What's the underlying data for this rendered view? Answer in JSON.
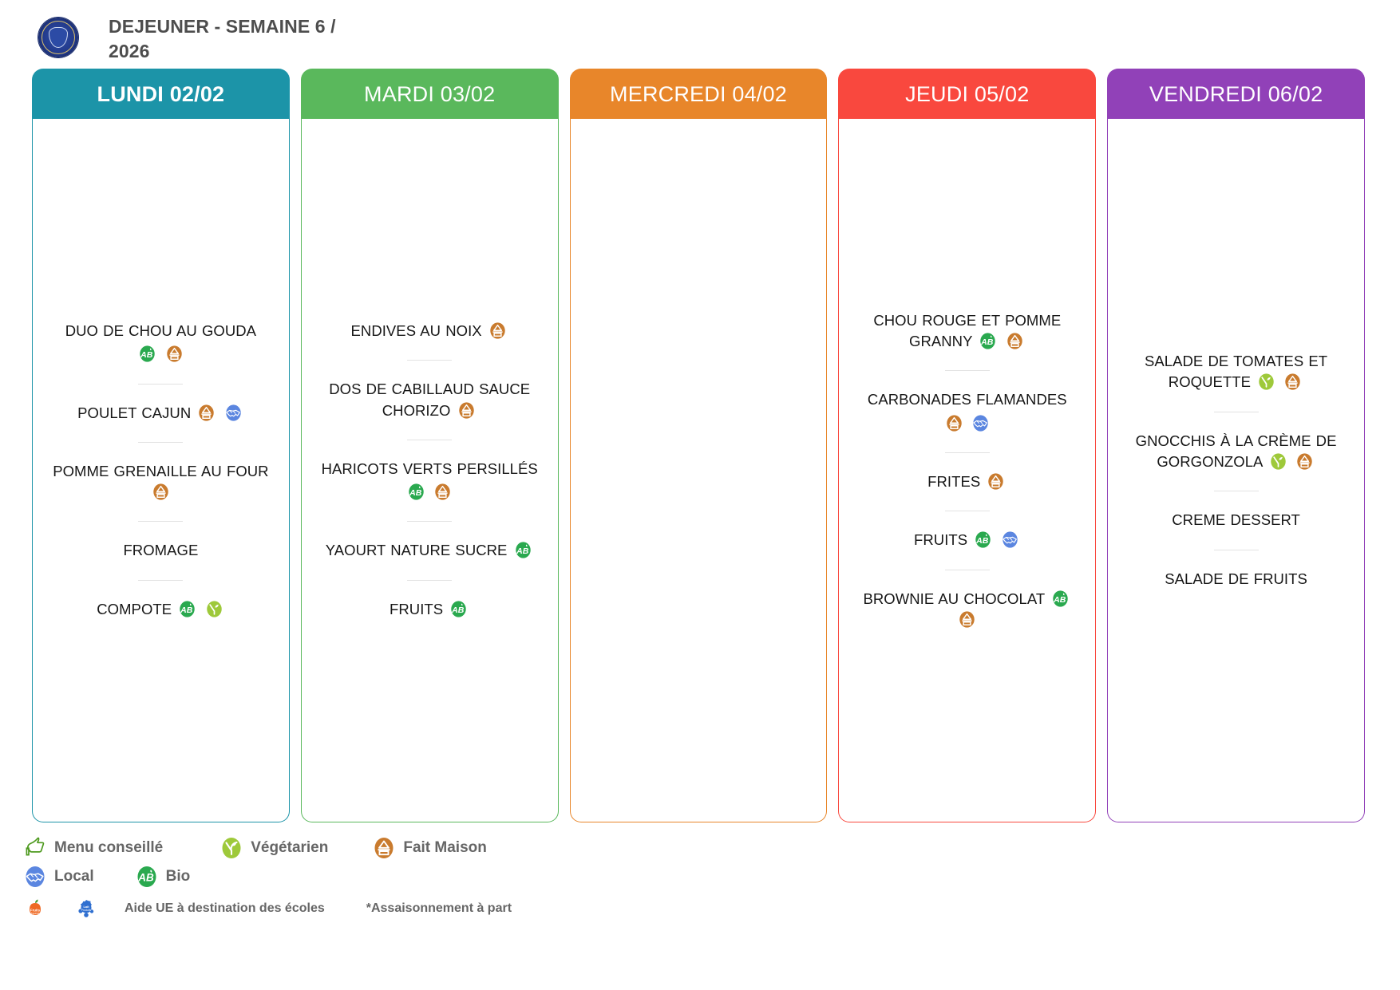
{
  "header": {
    "logo_name": "college-jean-rostand-logo",
    "title": "DEJEUNER - SEMAINE 6 / 2026"
  },
  "legend": {
    "items": [
      {
        "icon": "thumbs-up-icon",
        "label": "Menu conseillé",
        "color": "#5aa02c"
      },
      {
        "icon": "vegetarian-leaf-icon",
        "label": "Végétarien",
        "color": "#9ec93a"
      },
      {
        "icon": "homemade-icon",
        "label": "Fait Maison",
        "color": "#c97b2e"
      },
      {
        "icon": "local-handshake-icon",
        "label": "Local",
        "color": "#5b86e0"
      },
      {
        "icon": "bio-ab-icon",
        "label": "Bio",
        "color": "#2aa94f"
      }
    ],
    "eu_icons": [
      "eu-fruit-icon",
      "eu-milk-icon"
    ],
    "eu_label": "Aide UE à destination des écoles",
    "seasoning_note": "*Assaisonnement à part"
  },
  "days": [
    {
      "name": "LUNDI 02/02",
      "color": "#1c94a8",
      "bold": true,
      "dishes": [
        {
          "text": "DUO DE CHOU AU GOUDA",
          "badges": [
            "bio",
            "homemade"
          ],
          "badges_below": true
        },
        {
          "text": "POULET CAJUN",
          "badges": [
            "homemade",
            "local"
          ],
          "badges_below": false
        },
        {
          "text": "POMME GRENAILLE AU FOUR",
          "badges": [
            "homemade"
          ],
          "badges_below": false
        },
        {
          "text": "FROMAGE",
          "badges": [],
          "badges_below": false
        },
        {
          "text": "COMPOTE",
          "badges": [
            "bio",
            "vegetarian"
          ],
          "badges_below": false
        }
      ]
    },
    {
      "name": "MARDI 03/02",
      "color": "#5ab85c",
      "bold": false,
      "dishes": [
        {
          "text": "ENDIVES AU NOIX",
          "badges": [
            "homemade"
          ],
          "badges_below": false
        },
        {
          "text": "DOS DE CABILLAUD SAUCE CHORIZO",
          "badges": [
            "homemade"
          ],
          "badges_below": false
        },
        {
          "text": "HARICOTS VERTS PERSILLÉS",
          "badges": [
            "bio",
            "homemade"
          ],
          "badges_below": true
        },
        {
          "text": "YAOURT NATURE SUCRE",
          "badges": [
            "bio"
          ],
          "badges_below": false
        },
        {
          "text": "FRUITS",
          "badges": [
            "bio"
          ],
          "badges_below": false
        }
      ]
    },
    {
      "name": "MERCREDI 04/02",
      "color": "#e8862a",
      "bold": false,
      "dishes": []
    },
    {
      "name": "JEUDI 05/02",
      "color": "#f9483e",
      "bold": false,
      "dishes": [
        {
          "text": "CHOU ROUGE ET POMME GRANNY",
          "badges": [
            "bio",
            "homemade"
          ],
          "badges_below": false
        },
        {
          "text": "CARBONADES FLAMANDES",
          "badges": [
            "homemade",
            "local"
          ],
          "badges_below": true
        },
        {
          "text": "FRITES",
          "badges": [
            "homemade"
          ],
          "badges_below": false
        },
        {
          "text": "FRUITS",
          "badges": [
            "bio",
            "local"
          ],
          "badges_below": false
        },
        {
          "text": "BROWNIE AU CHOCOLAT",
          "badges": [
            "bio",
            "homemade"
          ],
          "badges_below": false
        }
      ]
    },
    {
      "name": "VENDREDI 06/02",
      "color": "#9141b8",
      "bold": false,
      "dishes": [
        {
          "text": "SALADE DE TOMATES ET ROQUETTE",
          "badges": [
            "vegetarian",
            "homemade"
          ],
          "badges_below": false
        },
        {
          "text": "GNOCCHIS À LA CRÈME DE GORGONZOLA",
          "badges": [
            "vegetarian",
            "homemade"
          ],
          "badges_below": false
        },
        {
          "text": "CREME DESSERT",
          "badges": [],
          "badges_below": false
        },
        {
          "text": "SALADE DE FRUITS",
          "badges": [],
          "badges_below": false
        }
      ]
    }
  ]
}
